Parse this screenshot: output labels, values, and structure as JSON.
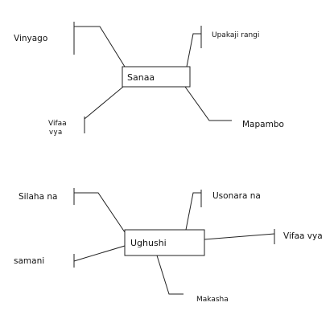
{
  "diagrams": [
    {
      "center": "Sanaa",
      "branches": [
        {
          "label": "Vinyago"
        },
        {
          "label": "Upakaji rangi"
        },
        {
          "label": "Vifaa",
          "sub": "vya"
        },
        {
          "label": "Mapambo"
        }
      ]
    },
    {
      "center": "Ughushi",
      "branches": [
        {
          "label": "Silaha na"
        },
        {
          "label": "Usonara na"
        },
        {
          "label": "Vifaa vya"
        },
        {
          "label": "samani"
        },
        {
          "label": "Makasha"
        }
      ]
    }
  ]
}
